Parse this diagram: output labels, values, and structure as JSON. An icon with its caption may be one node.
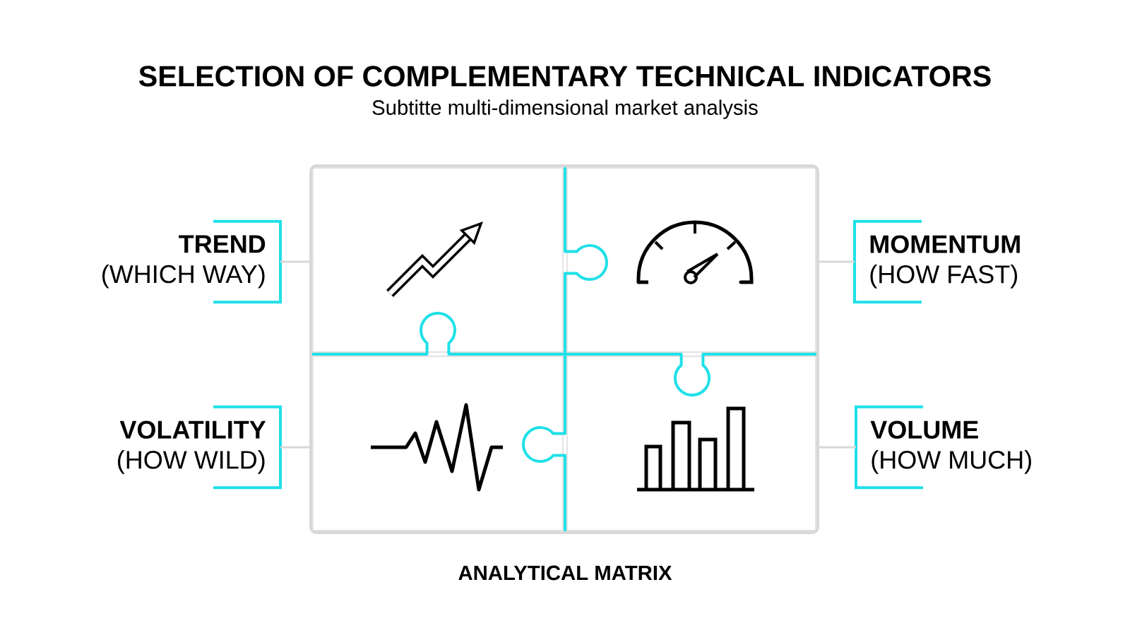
{
  "diagram": {
    "title": "SELECTION OF COMPLEMENTARY TECHNICAL INDICATORS",
    "nodes": [
      {
        "text": [
          "ANALYTICAL MATRIX"
        ]
      },
      {
        "text": [],
        "shape": "box",
        "in": 0
      },
      {
        "text": [],
        "shape": "box",
        "in": 0
      },
      {
        "text": [],
        "shape": "box",
        "in": 0
      },
      {
        "text": [],
        "shape": "box",
        "in": 0
      },
      {
        "text": [
          "TREND",
          "(WHICH WAY)"
        ]
      },
      {
        "text": [
          "MOMENTUM",
          "(HOW FAST)"
        ]
      },
      {
        "text": [
          "VOLATILITY",
          "(HOW WILD)"
        ]
      },
      {
        "text": [
          "VOLUME",
          "(HOW MUCH)"
        ]
      }
    ],
    "edges": [
      {
        "from": 5,
        "to": 1,
        "arrow": "none"
      },
      {
        "from": 6,
        "to": 2,
        "arrow": "none"
      },
      {
        "from": 7,
        "to": 3,
        "arrow": "none"
      },
      {
        "from": 8,
        "to": 4,
        "arrow": "none"
      }
    ],
    "labels": [
      "Subtitte multi-dimensional market analysis"
    ]
  }
}
